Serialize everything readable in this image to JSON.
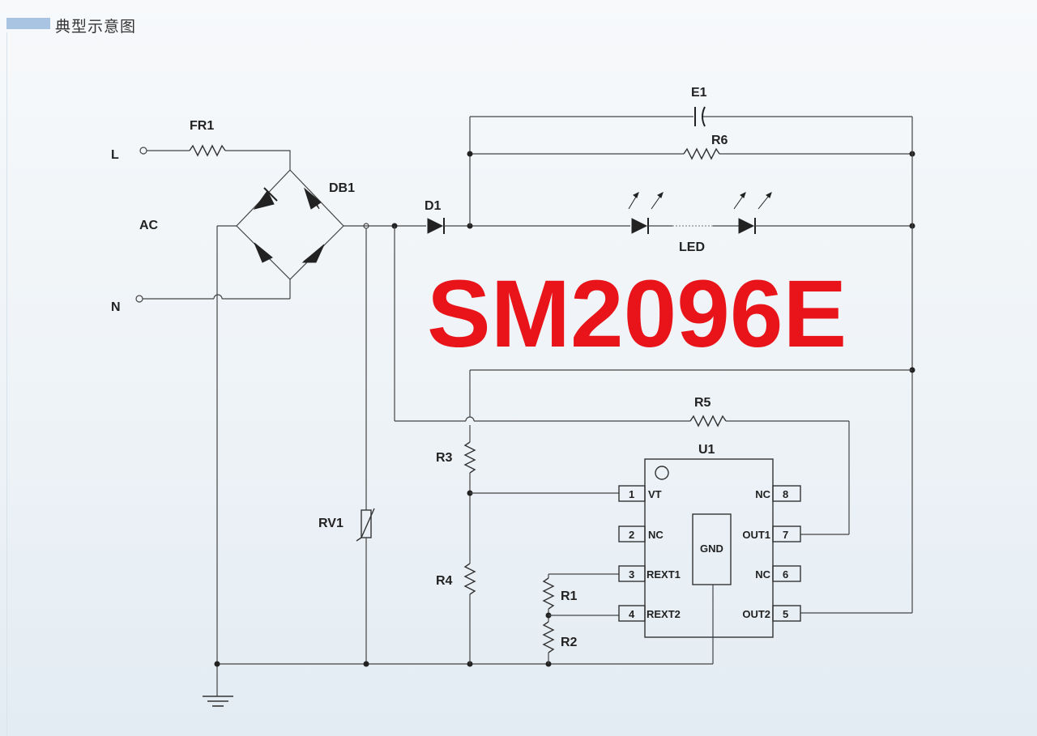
{
  "header": {
    "title": "典型示意图"
  },
  "product": {
    "part_number": "SM2096E"
  },
  "labels": {
    "L": "L",
    "N": "N",
    "AC": "AC",
    "FR1": "FR1",
    "DB1": "DB1",
    "D1": "D1",
    "E1": "E1",
    "R6": "R6",
    "LED": "LED",
    "R5": "R5",
    "U1": "U1",
    "R3": "R3",
    "R4": "R4",
    "RV1": "RV1",
    "R1": "R1",
    "R2": "R2",
    "GND": "GND"
  },
  "pins": {
    "p1": {
      "num": "1",
      "name": "VT"
    },
    "p2": {
      "num": "2",
      "name": "NC"
    },
    "p3": {
      "num": "3",
      "name": "REXT1"
    },
    "p4": {
      "num": "4",
      "name": "REXT2"
    },
    "p5": {
      "num": "5",
      "name": "OUT2"
    },
    "p6": {
      "num": "6",
      "name": "NC"
    },
    "p7": {
      "num": "7",
      "name": "OUT1"
    },
    "p8": {
      "num": "8",
      "name": "NC"
    }
  }
}
